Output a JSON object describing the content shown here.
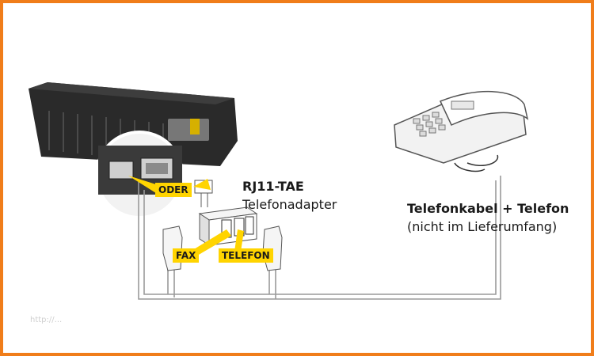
{
  "labels": {
    "adapter_title": "RJ11-TAE",
    "adapter_subtitle": "Telefonadapter",
    "phone_title": "Telefonkabel + Telefon",
    "phone_subtitle": "(nicht im Lieferumfang)",
    "oder": "ODER",
    "fax": "FAX",
    "telefon": "TELEFON",
    "watermark": "http://..."
  },
  "colors": {
    "frame": "#f07d1a",
    "tag": "#ffd400",
    "router": "#2a2a2a"
  }
}
